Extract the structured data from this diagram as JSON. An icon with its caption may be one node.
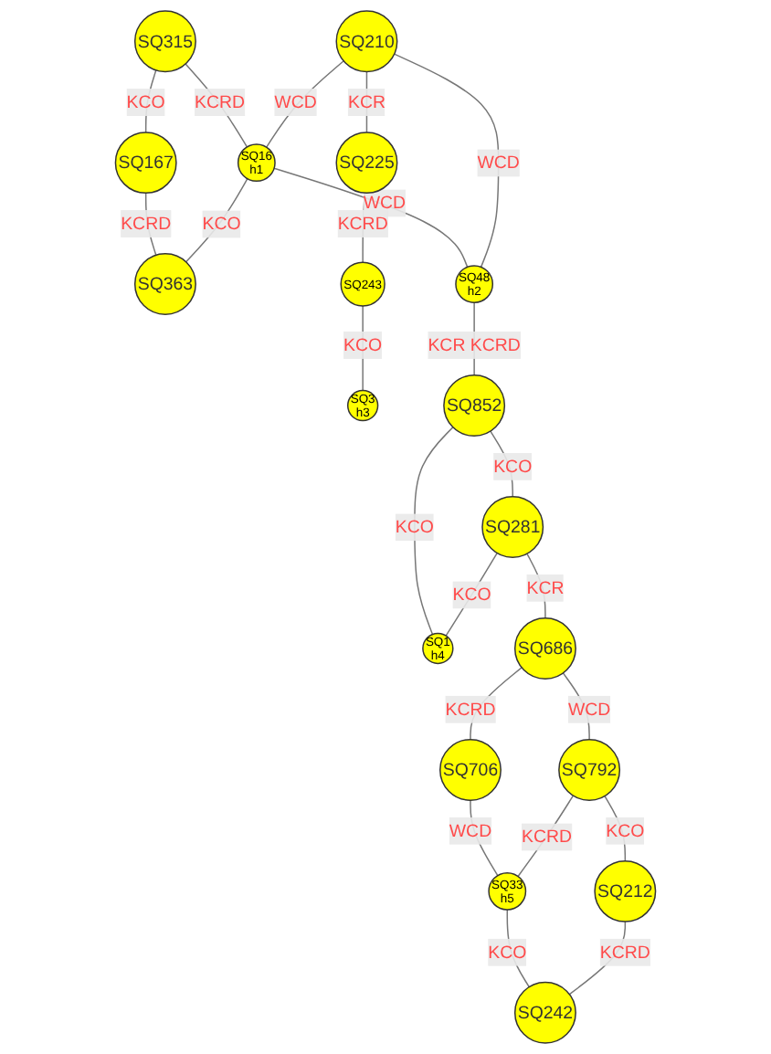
{
  "diagram": {
    "nodes": [
      {
        "text": [
          "SQ315"
        ]
      },
      {
        "text": [
          "SQ167"
        ]
      },
      {
        "text": [
          "SQ16",
          "h1"
        ]
      },
      {
        "text": [
          "SQ363"
        ]
      },
      {
        "text": [
          "SQ210"
        ]
      },
      {
        "text": [
          "SQ48",
          "h2"
        ]
      },
      {
        "text": [
          "SQ225"
        ]
      },
      {
        "text": [
          "SQ243"
        ]
      },
      {
        "text": [
          "SQ3",
          "h3"
        ]
      },
      {
        "text": [
          "SQ852"
        ]
      },
      {
        "text": [
          "SQ281"
        ]
      },
      {
        "text": [
          "SQ1",
          "h4"
        ]
      },
      {
        "text": [
          "SQ686"
        ]
      },
      {
        "text": [
          "SQ706"
        ]
      },
      {
        "text": [
          "SQ792"
        ]
      },
      {
        "text": [
          "SQ33",
          "h5"
        ]
      },
      {
        "text": [
          "SQ212"
        ]
      },
      {
        "text": [
          "SQ242"
        ]
      }
    ],
    "edges": [
      {
        "from": 0,
        "to": 1,
        "arrow": "none",
        "label": "KCO"
      },
      {
        "from": 0,
        "to": 2,
        "arrow": "none",
        "label": "KCRD"
      },
      {
        "from": 1,
        "to": 3,
        "arrow": "none",
        "label": "KCRD"
      },
      {
        "from": 2,
        "to": 3,
        "arrow": "none",
        "label": "KCO"
      },
      {
        "from": 4,
        "to": 2,
        "arrow": "none",
        "label": "WCD"
      },
      {
        "from": 2,
        "to": 5,
        "arrow": "none",
        "label": "WCD"
      },
      {
        "from": 4,
        "to": 5,
        "arrow": "none",
        "label": "WCD"
      },
      {
        "from": 4,
        "to": 6,
        "arrow": "none",
        "label": "KCR"
      },
      {
        "from": 6,
        "to": 7,
        "arrow": "none",
        "label": "KCRD"
      },
      {
        "from": 7,
        "to": 8,
        "arrow": "none",
        "label": "KCO"
      },
      {
        "from": 5,
        "to": 9,
        "arrow": "none",
        "label": "KCR KCRD"
      },
      {
        "from": 9,
        "to": 10,
        "arrow": "none",
        "label": "KCO"
      },
      {
        "from": 9,
        "to": 11,
        "arrow": "none",
        "label": "KCO"
      },
      {
        "from": 10,
        "to": 11,
        "arrow": "none",
        "label": "KCO"
      },
      {
        "from": 10,
        "to": 12,
        "arrow": "none",
        "label": "KCR"
      },
      {
        "from": 12,
        "to": 13,
        "arrow": "none",
        "label": "KCRD"
      },
      {
        "from": 12,
        "to": 14,
        "arrow": "none",
        "label": "WCD"
      },
      {
        "from": 13,
        "to": 15,
        "arrow": "none",
        "label": "WCD"
      },
      {
        "from": 14,
        "to": 15,
        "arrow": "none",
        "label": "KCRD"
      },
      {
        "from": 14,
        "to": 16,
        "arrow": "none",
        "label": "KCO"
      },
      {
        "from": 15,
        "to": 17,
        "arrow": "none",
        "label": "KCO"
      },
      {
        "from": 16,
        "to": 17,
        "arrow": "none",
        "label": "KCRD"
      }
    ]
  }
}
